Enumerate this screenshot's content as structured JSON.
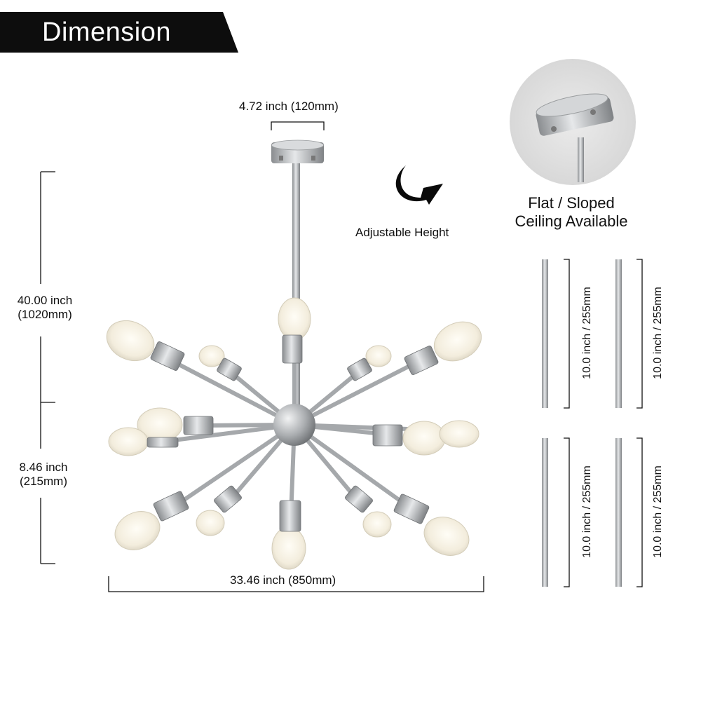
{
  "banner": {
    "title": "Dimension"
  },
  "dimensions": {
    "canopy_width": "4.72 inch (120mm)",
    "total_height_line1": "40.00 inch",
    "total_height_line2": "(1020mm)",
    "body_height_line1": "8.46 inch",
    "body_height_line2": "(215mm)",
    "total_width": "33.46 inch (850mm)"
  },
  "labels": {
    "adjustable_height": "Adjustable Height",
    "ceiling_line1": "Flat / Sloped",
    "ceiling_line2": "Ceiling Available"
  },
  "rods": [
    {
      "label": "10.0 inch / 255mm"
    },
    {
      "label": "10.0 inch / 255mm"
    },
    {
      "label": "10.0 inch / 255mm"
    },
    {
      "label": "10.0 inch / 255mm"
    }
  ],
  "colors": {
    "banner": "#0d0d0d",
    "metal": "#b9bcbf",
    "metal_dark": "#8a8d90",
    "bulb": "#f4efe2",
    "zoom_bg": "#e2e2e2"
  }
}
